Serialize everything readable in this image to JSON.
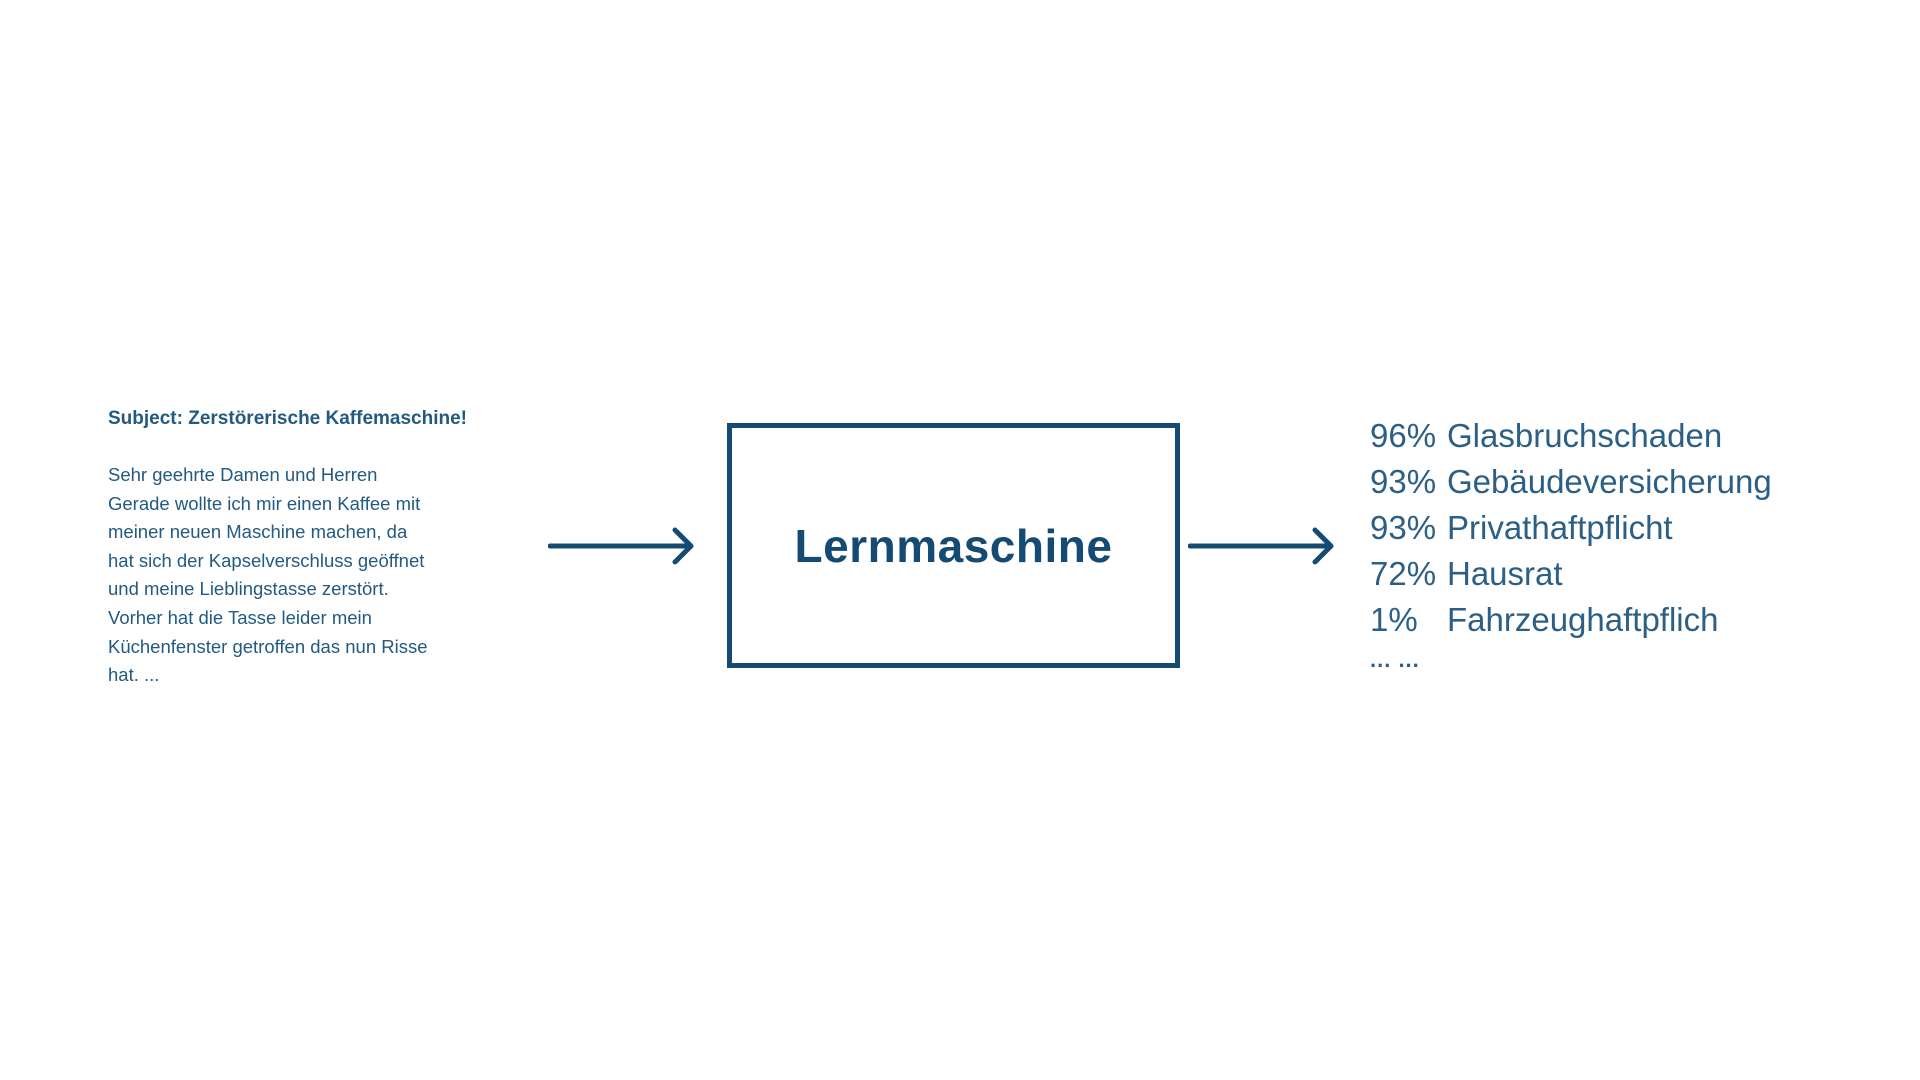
{
  "email": {
    "subject": "Subject: Zerstörerische Kaffemaschine!",
    "body_lines": [
      "Sehr geehrte Damen und Herren",
      "Gerade wollte ich mir einen Kaffee mit",
      "meiner neuen Maschine machen, da",
      "hat sich der Kapselverschluss geöffnet",
      "und meine Lieblingstasse zerstört.",
      "Vorher hat die Tasse leider mein",
      "Küchenfenster getroffen das nun Risse",
      "hat. ..."
    ]
  },
  "model": {
    "label": "Lernmaschine"
  },
  "results": [
    {
      "percent": "96%",
      "label": "Glasbruchschaden"
    },
    {
      "percent": "93%",
      "label": "Gebäudeversicherung"
    },
    {
      "percent": "93%",
      "label": "Privathaftpflicht"
    },
    {
      "percent": "72%",
      "label": "Hausrat"
    },
    {
      "percent": "1%",
      "label": "Fahrzeughaftpflich"
    }
  ],
  "results_ellipsis": "... ...",
  "colors": {
    "primary": "#154a73",
    "text": "#235a80",
    "background": "#ffffff"
  }
}
